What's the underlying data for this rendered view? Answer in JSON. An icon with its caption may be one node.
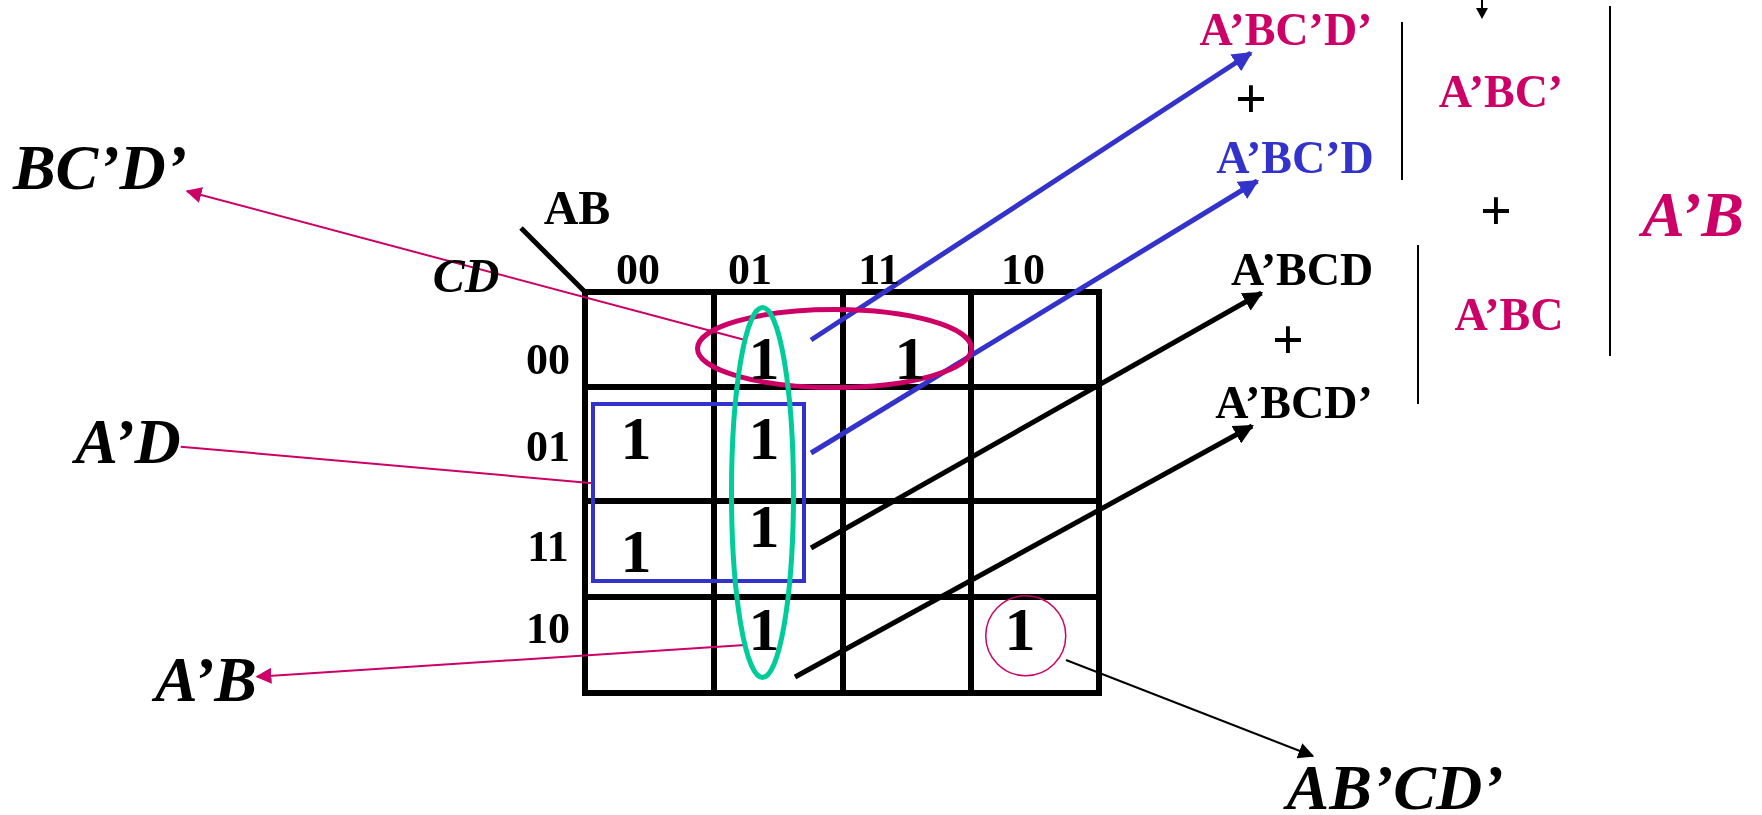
{
  "diagram": {
    "nodes": [
      {
        "text": [
          "A’BC’D’"
        ]
      },
      {
        "text": [
          "BC’D’"
        ]
      },
      {
        "text": [
          "A’BC’D"
        ]
      },
      {
        "text": [
          "A’BCD"
        ]
      },
      {
        "text": [
          "A’BCD’"
        ]
      },
      {
        "text": [
          "A’D"
        ]
      },
      {
        "text": [
          "A’B"
        ]
      },
      {
        "text": [
          "AB’CD’"
        ]
      },
      {
        "text": [],
        "shape": "ellipse"
      },
      {
        "text": [],
        "shape": "box"
      },
      {
        "text": [],
        "shape": "ellipse"
      },
      {
        "text": [],
        "shape": "circle"
      },
      {
        "text": [
          "1"
        ]
      },
      {
        "text": [
          "1"
        ],
        "in": 8
      },
      {
        "text": [
          "1"
        ],
        "in": 9
      },
      {
        "text": [
          "1"
        ]
      },
      {
        "text": [
          "1"
        ],
        "in": 9
      },
      {
        "text": [
          "1"
        ]
      },
      {
        "text": [
          "1"
        ],
        "in": 10
      },
      {
        "text": [
          "1"
        ],
        "in": 11
      }
    ],
    "edges": [
      {
        "from": 8,
        "to": 1,
        "arrow": "to",
        "color": "#cc0066"
      },
      {
        "from": 5,
        "to": 9,
        "arrow": "none",
        "color": "#cc0066"
      },
      {
        "from": 10,
        "to": 6,
        "arrow": "to",
        "color": "#cc0066"
      },
      {
        "from": 11,
        "to": 7,
        "arrow": "to",
        "color": "#000000"
      },
      {
        "from": 12,
        "to": 0,
        "arrow": "to",
        "style": "thick",
        "color": "#3333cc"
      },
      {
        "from": 15,
        "to": 2,
        "arrow": "to",
        "style": "thick",
        "color": "#3333cc"
      },
      {
        "from": 17,
        "to": 3,
        "arrow": "to",
        "style": "thick",
        "color": "#000000"
      },
      {
        "from": 18,
        "to": 4,
        "arrow": "to",
        "style": "thick",
        "color": "#000000"
      }
    ],
    "labels": [
      "+",
      "A’BC’",
      "AB",
      "+",
      "A’B",
      "CD",
      "00",
      "01",
      "11",
      "10",
      "A’BC",
      "+",
      "00",
      "01",
      "11",
      "10"
    ]
  }
}
